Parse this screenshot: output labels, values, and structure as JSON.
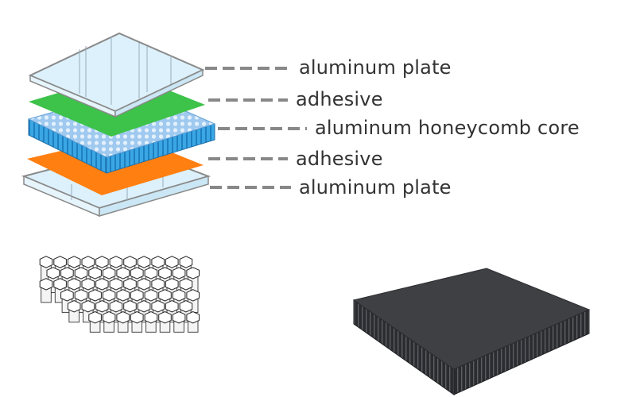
{
  "layers": [
    {
      "name": "aluminum-plate-top",
      "label": "aluminum plate"
    },
    {
      "name": "adhesive-top",
      "label": "adhesive"
    },
    {
      "name": "honeycomb-core",
      "label": "aluminum honeycomb core"
    },
    {
      "name": "adhesive-bottom",
      "label": "adhesive"
    },
    {
      "name": "aluminum-plate-bottom",
      "label": "aluminum plate"
    }
  ],
  "colors": {
    "plate_fill": "#dcf1fb",
    "plate_stroke": "#8a8a8a",
    "adhesive_green": "#3dc24a",
    "adhesive_orange": "#ff7f11",
    "core_blue": "#3aa7e4",
    "core_top": "#9fc9ef",
    "leader_line": "#888888",
    "label_text": "#333333",
    "panel_top": "#3f4043",
    "panel_side": "#2b2c2f"
  }
}
